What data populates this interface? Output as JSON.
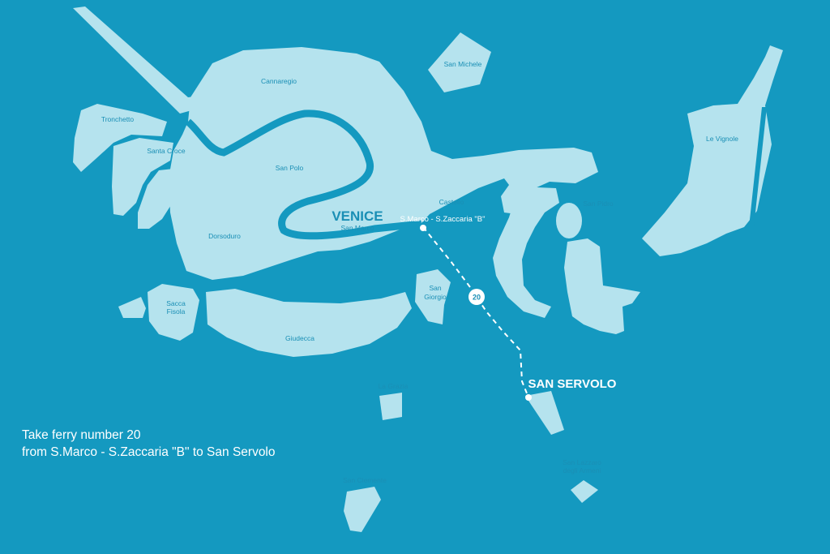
{
  "map": {
    "colors": {
      "water": "#1499c0",
      "land": "#b5e3ee",
      "label": "#1a8fb5",
      "route": "#ffffff"
    },
    "city_label": "VENICE",
    "destination_label": "SAN SERVOLO",
    "departure_stop_label": "S.Marco - S.Zaccaria \"B\"",
    "ferry_number": "20",
    "places": {
      "cannaregio": "Cannaregio",
      "tronchetto": "Tronchetto",
      "santa_croce": "Santa Croce",
      "san_polo": "San Polo",
      "dorsoduro": "Dorsoduro",
      "san_marco": "San Marco",
      "castello": "Castello",
      "san_michele": "San Michele",
      "san_pietro": "San Pidro",
      "le_vignole": "Le Vignole",
      "sacca_fisola_1": "Sacca",
      "sacca_fisola_2": "Fisola",
      "giudecca": "Giudecca",
      "san_giorgio_1": "San",
      "san_giorgio_2": "Giorgio",
      "la_grazia": "La Grazia",
      "san_clemente": "San Clemente",
      "san_lazzaro_1": "San Lazzaro",
      "san_lazzaro_2": "degli Armeni"
    }
  },
  "instructions": {
    "line1": "Take ferry number 20",
    "line2": "from S.Marco - S.Zaccaria \"B\" to San Servolo"
  }
}
